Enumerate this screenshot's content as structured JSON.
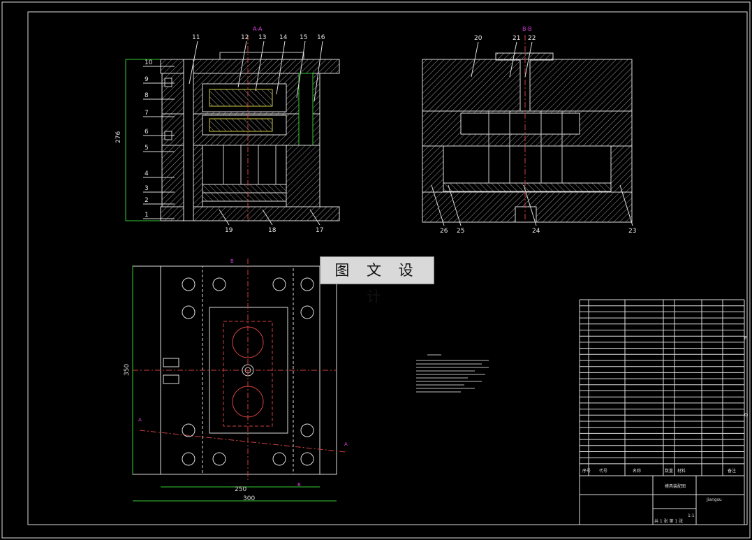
{
  "drawing": {
    "section_aa_label": "A-A",
    "section_bb_label": "B-B",
    "left_part_numbers": [
      "10",
      "9",
      "8",
      "7",
      "6",
      "5",
      "4",
      "3",
      "2",
      "1"
    ],
    "top_part_numbers": [
      "11",
      "12",
      "13",
      "14",
      "15",
      "16"
    ],
    "bottom_left_part_numbers": [
      "19",
      "18",
      "17"
    ],
    "right_top_numbers": [
      "20",
      "21",
      "22"
    ],
    "right_bottom_numbers": [
      "26",
      "25",
      "24",
      "23"
    ],
    "dim_height": "276",
    "dim_plan_height": "350",
    "dim_plan_width_inner": "250",
    "dim_plan_width_outer": "300",
    "cut_a": "A",
    "cut_b": "B"
  },
  "watermark": "图 文 设 计",
  "title_block": {
    "drawing_name": "模具装配图",
    "scale": "1:1",
    "sheet": "共 1 张  第 1 张",
    "unit": "Jiangsu",
    "label_no": "序号",
    "label_code": "代号",
    "label_name": "名称",
    "label_qty": "数量",
    "label_material": "材料",
    "label_note": "备注",
    "zone_f": "F",
    "zone_g": "G"
  }
}
